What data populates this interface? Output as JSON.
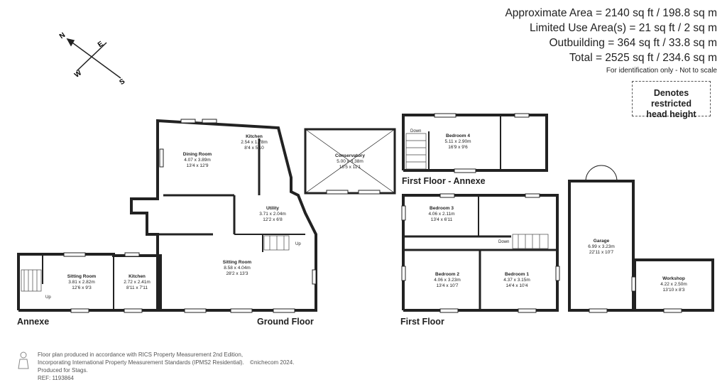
{
  "area_summary": {
    "approximate_area": "Approximate Area = 2140 sq ft / 198.8 sq m",
    "limited_use": "Limited Use Area(s) = 21 sq ft / 2 sq m",
    "outbuilding": "Outbuilding = 364 sq ft / 33.8 sq m",
    "total": "Total = 2525 sq ft / 234.6 sq m",
    "note": "For identification only - Not to scale"
  },
  "legend": {
    "restricted_line1": "Denotes restricted",
    "restricted_line2": "head height"
  },
  "compass": {
    "n": "N",
    "e": "E",
    "s": "S",
    "w": "W"
  },
  "floors": {
    "annexe": "Annexe",
    "ground": "Ground Floor",
    "first_annexe": "First Floor - Annexe",
    "first": "First Floor"
  },
  "rooms": {
    "kitchen_main": {
      "name": "Kitchen",
      "dim": "2.54 x 1.78m",
      "imp": "8'4 x 5'10"
    },
    "dining": {
      "name": "Dining Room",
      "dim": "4.07 x 3.89m",
      "imp": "13'4 x 12'9"
    },
    "conservatory": {
      "name": "Conservatory",
      "dim": "5.00 x 3.38m",
      "imp": "16'5 x 11'1"
    },
    "utility": {
      "name": "Utility",
      "dim": "3.71 x 2.04m",
      "imp": "12'2 x 6'8"
    },
    "sitting_main": {
      "name": "Sitting Room",
      "dim": "8.58 x 4.04m",
      "imp": "28'2 x 13'3"
    },
    "sitting_annexe": {
      "name": "Sitting Room",
      "dim": "3.81 x 2.82m",
      "imp": "12'6 x 9'3"
    },
    "kitchen_annexe": {
      "name": "Kitchen",
      "dim": "2.72 x 2.41m",
      "imp": "8'11 x 7'11"
    },
    "bedroom4": {
      "name": "Bedroom 4",
      "dim": "5.11 x 2.90m",
      "imp": "16'9 x 9'6"
    },
    "bedroom3": {
      "name": "Bedroom 3",
      "dim": "4.06 x 2.11m",
      "imp": "13'4 x 6'11"
    },
    "bedroom2": {
      "name": "Bedroom 2",
      "dim": "4.06 x 3.23m",
      "imp": "13'4 x 10'7"
    },
    "bedroom1": {
      "name": "Bedroom 1",
      "dim": "4.37 x 3.15m",
      "imp": "14'4 x 10'4"
    },
    "garage": {
      "name": "Garage",
      "dim": "6.99 x 3.23m",
      "imp": "22'11 x 10'7"
    },
    "workshop": {
      "name": "Workshop",
      "dim": "4.22 x 2.50m",
      "imp": "13'10 x 8'3"
    }
  },
  "stair_labels": {
    "up1": "Up",
    "up2": "Up",
    "down1": "Down",
    "down2": "Down"
  },
  "footer": {
    "line1": "Floor plan produced in accordance with RICS Property Measurement 2nd Edition,",
    "line2": "Incorporating International Property Measurement Standards (IPMS2 Residential).",
    "brand": "©nichecom 2024.",
    "line3": "Produced for Stags.",
    "ref": "REF:  1193864"
  }
}
